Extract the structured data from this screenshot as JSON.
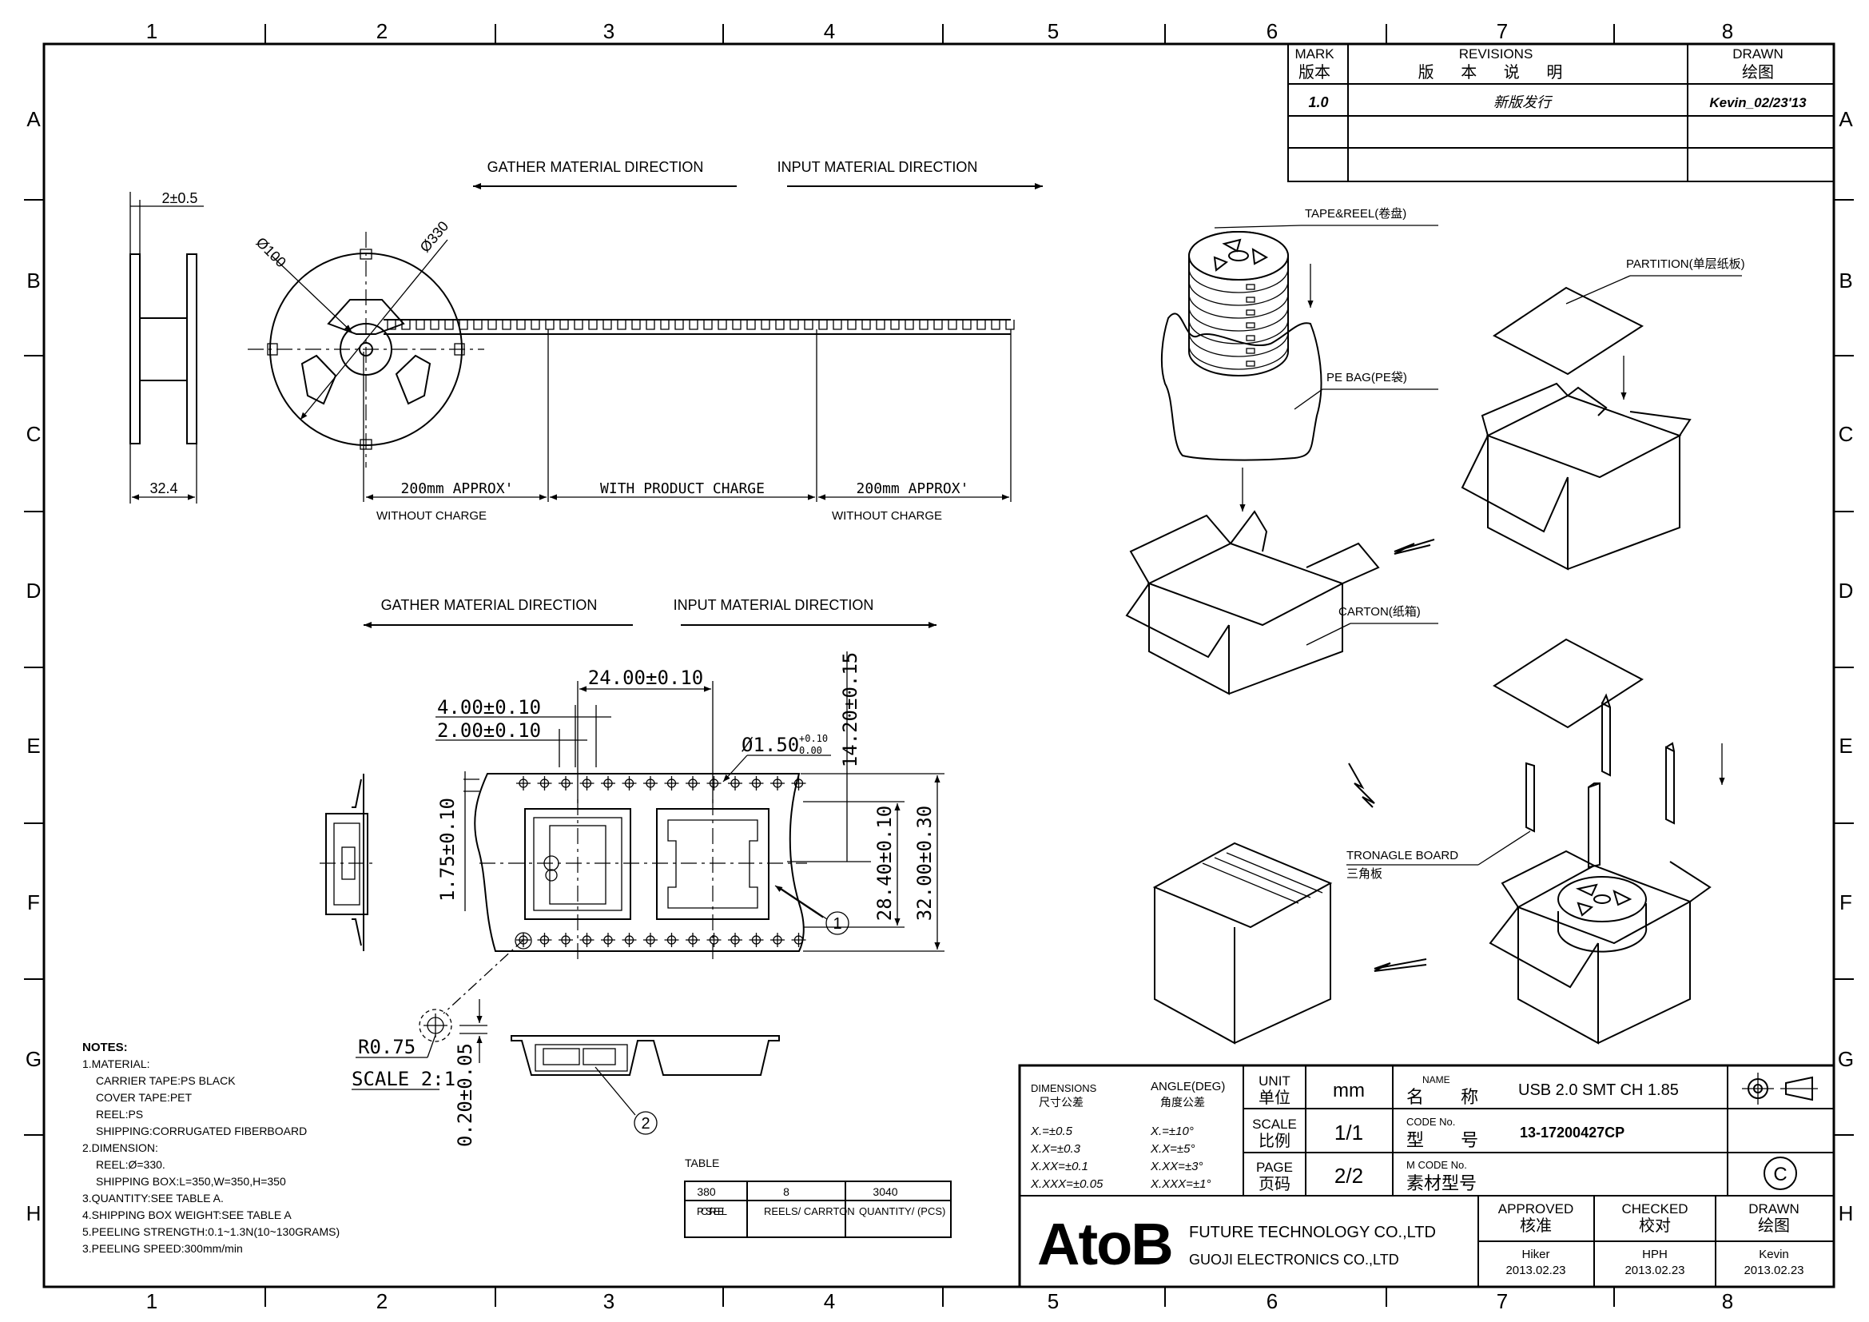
{
  "grid": {
    "columns": [
      "1",
      "2",
      "3",
      "4",
      "5",
      "6",
      "7",
      "8"
    ],
    "rows": [
      "A",
      "B",
      "C",
      "D",
      "E",
      "F",
      "G",
      "H"
    ]
  },
  "revision_block": {
    "mark_label_en": "MARK",
    "mark_label_cn": "版本",
    "revisions_label_en": "REVISIONS",
    "revisions_label_cn": "版 本 说 明",
    "drawn_label_en": "DRAWN",
    "drawn_label_cn": "绘图",
    "rows": [
      {
        "mark": "1.0",
        "revision": "新版发行",
        "drawn": "Kevin_02/23'13"
      }
    ]
  },
  "reel_view": {
    "flange_gap": "2±0.5",
    "hub_width": "32.4",
    "hub_dia": "Ø100",
    "reel_dia": "Ø330",
    "gather_dir": "GATHER MATERIAL DIRECTION",
    "input_dir": "INPUT MATERIAL DIRECTION",
    "leader_left": "200mm APPROX'",
    "with_product": "WITH PRODUCT CHARGE",
    "leader_right": "200mm APPROX'",
    "without_charge_1": "WITHOUT CHARGE",
    "without_charge_2": "WITHOUT CHARGE"
  },
  "tape_view": {
    "gather_dir": "GATHER MATERIAL DIRECTION",
    "input_dir": "INPUT MATERIAL DIRECTION",
    "pitch": "24.00±0.10",
    "hole_pitch": "4.00±0.10",
    "hole_offset": "2.00±0.10",
    "hole_dia_base": "Ø1.50",
    "hole_dia_tol_up": "+0.10",
    "hole_dia_tol_dn": "0.00",
    "edge_dist": "1.75±0.10",
    "pocket_height": "14.20±0.15",
    "pocket_width": "28.40±0.10",
    "tape_width": "32.00±0.30",
    "callout_1": "1",
    "callout_2": "2",
    "radius": "R0.75",
    "scale": "SCALE 2:1",
    "thickness": "0.20±0.05"
  },
  "notes": {
    "title": "NOTES:",
    "lines": [
      "1.MATERIAL:",
      "CARRIER TAPE:PS BLACK",
      "COVER TAPE:PET",
      "REEL:PS",
      "SHIPPING:CORRUGATED FIBERBOARD",
      "2.DIMENSION:",
      "REEL:Ø=330.",
      "SHIPPING BOX:L=350,W=350,H=350",
      "3.QUANTITY:SEE TABLE A.",
      "4.SHIPPING BOX WEIGHT:SEE TABLE A",
      "5.PEELING STRENGTH:0.1~1.3N(10~130GRAMS)",
      "3.PEELING SPEED:300mm/min"
    ]
  },
  "table": {
    "title": "TABLE",
    "values": [
      "380",
      "8",
      "3040"
    ],
    "labels": [
      "PCS/ REEL",
      "REELS/ CARRTON",
      "QUANTITY/ (PCS)"
    ]
  },
  "packing": {
    "tape_reel": "TAPE&REEL(卷盘)",
    "partition": "PARTITION(单层纸板)",
    "pe_bag": "PE BAG(PE袋)",
    "carton": "CARTON(纸箱)",
    "triangle_board": "TRONAGLE BOARD",
    "triangle_board_cn": "三角板"
  },
  "title_block": {
    "dimensions_en": "DIMENSIONS",
    "dimensions_cn": "尺寸公差",
    "angle_en": "ANGLE(DEG)",
    "angle_cn": "角度公差",
    "tol_dims": [
      "X.=±0.5",
      "X.X=±0.3",
      "X.XX=±0.1",
      "X.XXX=±0.05"
    ],
    "tol_angles": [
      "X.=±10°",
      "X.X=±5°",
      "X.XX=±3°",
      "X.XXX=±1°"
    ],
    "unit_en": "UNIT",
    "unit_cn": "单位",
    "unit_value": "mm",
    "scale_en": "SCALE",
    "scale_cn": "比例",
    "scale_value": "1/1",
    "page_en": "PAGE",
    "page_cn": "页码",
    "page_value": "2/2",
    "name_en": "NAME",
    "name_cn": "名 称",
    "name_value": "USB 2.0 SMT CH 1.85",
    "code_en": "CODE No.",
    "code_cn": "型 号",
    "code_value": "13-17200427CP",
    "mcode_en": "M CODE No.",
    "mcode_cn": "素材型号",
    "mcode_value": "",
    "logo": "AtoB",
    "company_1": "FUTURE TECHNOLOGY CO.,LTD",
    "company_2": "GUOJI ELECTRONICS CO.,LTD",
    "approved_en": "APPROVED",
    "approved_cn": "核准",
    "checked_en": "CHECKED",
    "checked_cn": "校对",
    "drawn_en": "DRAWN",
    "drawn_cn": "绘图",
    "approved_by": "Hiker",
    "approved_date": "2013.02.23",
    "checked_by": "HPH",
    "checked_date": "2013.02.23",
    "drawn_by": "Kevin",
    "drawn_date": "2013.02.23",
    "copyright": "C"
  }
}
